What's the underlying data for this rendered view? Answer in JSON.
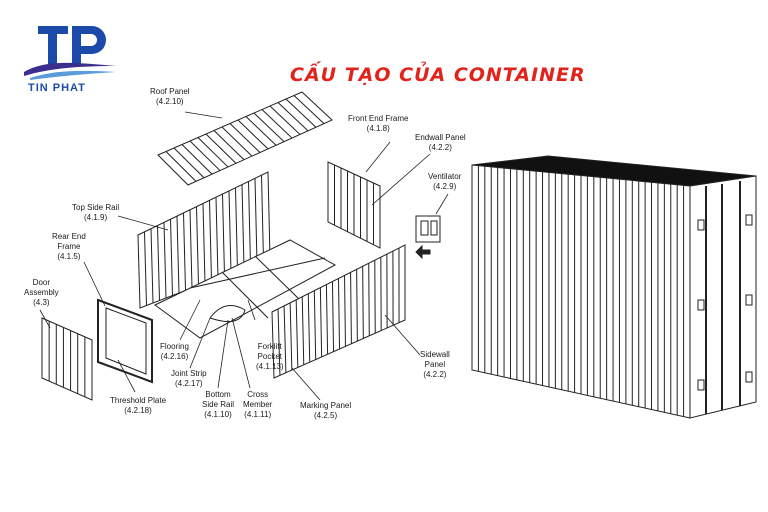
{
  "logo": {
    "text": "TIN PHAT",
    "mark": "TP",
    "primary_color": "#1b4aa8",
    "wave_color": "#3a2f8f"
  },
  "title": {
    "text": "CẤU TẠO CỦA CONTAINER",
    "color": "#e2231a"
  },
  "parts": [
    {
      "id": "roof-panel",
      "name": "Roof Panel",
      "code": "(4.2.10)"
    },
    {
      "id": "front-end-frame",
      "name": "Front End Frame",
      "code": "(4.1.8)"
    },
    {
      "id": "endwall-panel",
      "name": "Endwall Panel",
      "code": "(4.2.2)"
    },
    {
      "id": "ventilator",
      "name": "Ventilator",
      "code": "(4.2.9)"
    },
    {
      "id": "top-side-rail",
      "name": "Top Side Rail",
      "code": "(4.1.9)"
    },
    {
      "id": "rear-end-frame",
      "name": "Rear End\nFrame",
      "code": "(4.1.5)"
    },
    {
      "id": "door-assembly",
      "name": "Door\nAssembly",
      "code": "(4.3)"
    },
    {
      "id": "flooring",
      "name": "Flooring",
      "code": "(4.2.16)"
    },
    {
      "id": "joint-strip",
      "name": "Joint Strip",
      "code": "(4.2.17)"
    },
    {
      "id": "threshold-plate",
      "name": "Threshold Plate",
      "code": "(4.2.18)"
    },
    {
      "id": "bottom-side-rail",
      "name": "Bottom\nSide Rail",
      "code": "(4.1.10)"
    },
    {
      "id": "cross-member",
      "name": "Cross\nMember",
      "code": "(4.1.11)"
    },
    {
      "id": "forklift-pocket",
      "name": "Forklift\nPocket",
      "code": "(4.1.13)"
    },
    {
      "id": "marking-panel",
      "name": "Marking Panel",
      "code": "(4.2.5)"
    },
    {
      "id": "sidewall-panel",
      "name": "Sidewall\nPanel",
      "code": "(4.2.2)"
    }
  ]
}
